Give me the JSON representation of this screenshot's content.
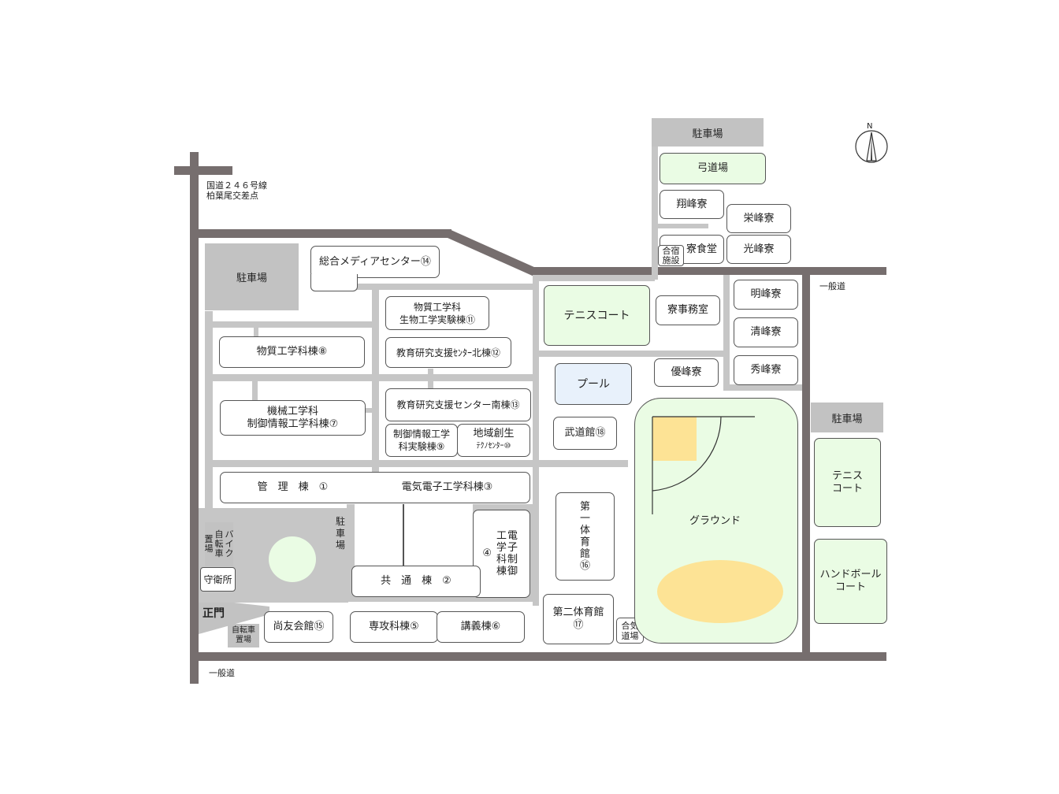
{
  "map": {
    "crossing_label": "国道２４６号線\n柏葉尾交差点",
    "road_east": "一般道",
    "road_south": "一般道",
    "main_gate": "正門",
    "north": "N"
  },
  "parking": {
    "west": "駐車場",
    "north": "駐車場",
    "east": "駐車場",
    "central": "駐\n車\n場",
    "bike": "自\n転\n車",
    "motorbike": "バ\nイ\nク",
    "bike_lot": "置\n場",
    "bicycle_gate": "自転車\n置場"
  },
  "buildings": {
    "media_center": "総合メディアセンター⑭",
    "materials_lab": "物質工学科\n生物工学実験棟⑪",
    "edu_north": "教育研究支援ｾﾝﾀｰ北棟⑫",
    "materials": "物質工学科棟⑧",
    "mechanical": "機械工学科\n制御情報工学科棟⑦",
    "edu_south": "教育研究支援センター南棟⑬",
    "control_lab": "制御情報工学\n科実験棟⑨",
    "techno": "地域創生",
    "techno_sub": "ﾃｸﾉｾﾝﾀｰ⑩",
    "admin": "管　理　棟　①",
    "electrical": "電気電子工学科棟③",
    "denshi": "工電\n学子\n科制\n棟御",
    "denshi_num": "④",
    "common": "共　通　棟　②",
    "guard": "守衛所",
    "shoyu": "尚友会館⑮",
    "senko": "専攻科棟⑤",
    "lecture": "講義棟⑥",
    "gym1": "第\n一\n体\n育\n館\n⑯",
    "gym2": "第二体育館\n⑰",
    "budokan": "武道館⑱",
    "aikido": "合気\n道場",
    "pool": "プール",
    "tennis_main": "テニスコート",
    "dorm_office": "寮事務室",
    "yuho": "優峰寮",
    "meiho": "明峰寮",
    "seiho": "清峰寮",
    "shuho": "秀峰寮",
    "kyudo": "弓道場",
    "shoho": "翔峰寮",
    "eiho": "栄峰寮",
    "koho": "光峰寮",
    "dining": "寮食堂",
    "camp": "合宿\n施設",
    "ground": "グラウンド",
    "tennis_east": "テニス\nコート",
    "handball": "ハンドボール\nコート"
  },
  "colors": {
    "road": "#766e6e",
    "path": "#c6c6c6",
    "parking": "#c2c2c2",
    "sports_green": "#eafce4",
    "pool_blue": "#e8f1fb",
    "field_yellow": "#fde395"
  }
}
